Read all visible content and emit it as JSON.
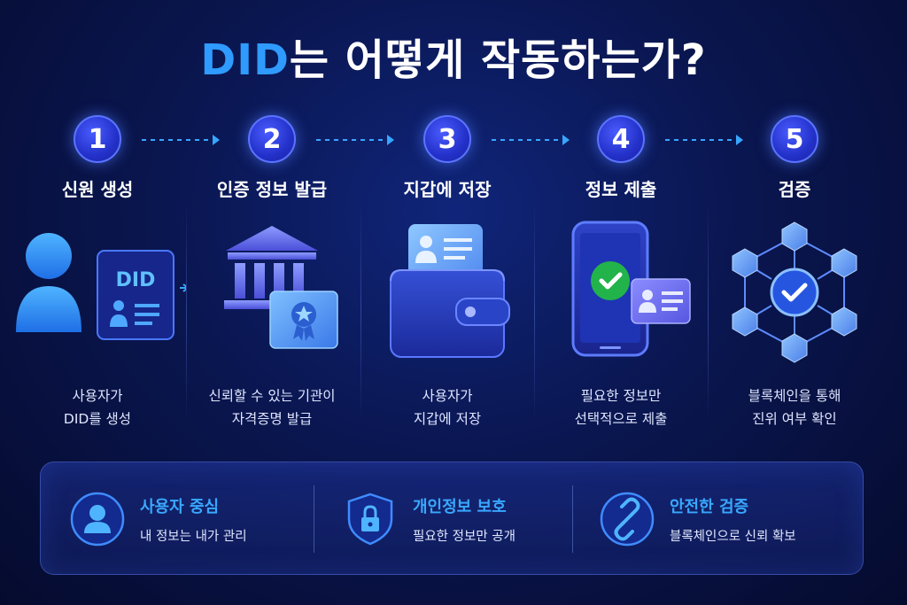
{
  "title": {
    "accent": "DID",
    "rest": "는 어떻게 작동하는가?"
  },
  "steps": [
    {
      "number": "1",
      "title": "신원 생성",
      "desc": [
        "사용자가",
        "DID를 생성"
      ],
      "card_label": "DID"
    },
    {
      "number": "2",
      "title": "인증 정보 발급",
      "desc": [
        "신뢰할 수 있는 기관이",
        "자격증명 발급"
      ]
    },
    {
      "number": "3",
      "title": "지갑에 저장",
      "desc": [
        "사용자가",
        "지갑에 저장"
      ]
    },
    {
      "number": "4",
      "title": "정보 제출",
      "desc": [
        "필요한 정보만",
        "선택적으로 제출"
      ]
    },
    {
      "number": "5",
      "title": "검증",
      "desc": [
        "블록체인을 통해",
        "진위 여부 확인"
      ]
    }
  ],
  "features": [
    {
      "title": "사용자 중심",
      "desc": "내 정보는 내가 관리",
      "icon": "user-icon"
    },
    {
      "title": "개인정보 보호",
      "desc": "필요한 정보만 공개",
      "icon": "shield-lock-icon"
    },
    {
      "title": "안전한 검증",
      "desc": "블록체인으로 신뢰 확보",
      "icon": "link-icon"
    }
  ],
  "colors": {
    "accent": "#2f9bff",
    "background": "#0a1650",
    "step_circle": "#2331c9",
    "check": "#22b34a"
  }
}
